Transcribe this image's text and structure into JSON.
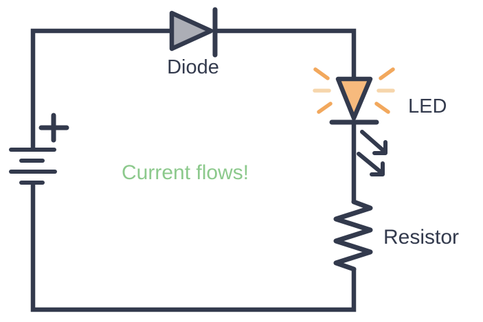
{
  "labels": {
    "diode": "Diode",
    "led": "LED",
    "resistor": "Resistor"
  },
  "annotation": {
    "text": "Current flows!"
  },
  "battery": {
    "polarity": "+"
  },
  "symbols": [
    "battery",
    "diode",
    "led",
    "resistor"
  ],
  "colors": {
    "ink": "#333A4D",
    "diode_fill": "#ACAEB6",
    "led_fill": "#F7BA7D",
    "ray": "#F2A85D",
    "ray_soft": "#F6D6AC",
    "green": "#8CC98C",
    "background": "#FFFFFF"
  }
}
